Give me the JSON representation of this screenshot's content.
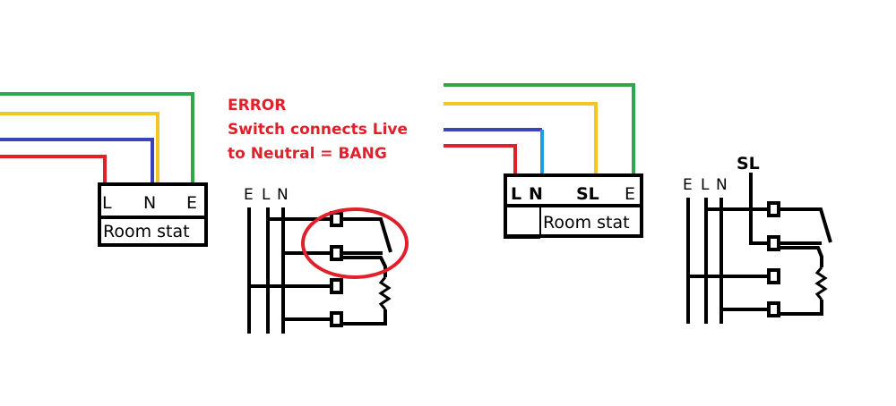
{
  "colors": {
    "earth": "#2ea84a",
    "switched_live": "#f3c623",
    "neutral": "#3b43b8",
    "live": "#e0202a",
    "neutral_bright": "#1aa0e0",
    "sl_orange": "#f07b22",
    "error": "#e0202a",
    "ink": "#000000"
  },
  "left_diagram": {
    "stat": {
      "terminals": [
        "L",
        "N",
        "E"
      ],
      "name": "Room stat"
    },
    "error_note": {
      "lines": [
        "ERROR",
        "Switch connects Live",
        "to Neutral = BANG"
      ]
    },
    "schematic": {
      "bus_labels": [
        "E",
        "L",
        "N"
      ]
    }
  },
  "right_diagram": {
    "stat": {
      "terminals": [
        "L",
        "N",
        "SL",
        "E"
      ],
      "name": "Room stat"
    },
    "schematic": {
      "bus_labels": [
        "E",
        "L",
        "N"
      ],
      "switched_live_label": "SL"
    }
  }
}
